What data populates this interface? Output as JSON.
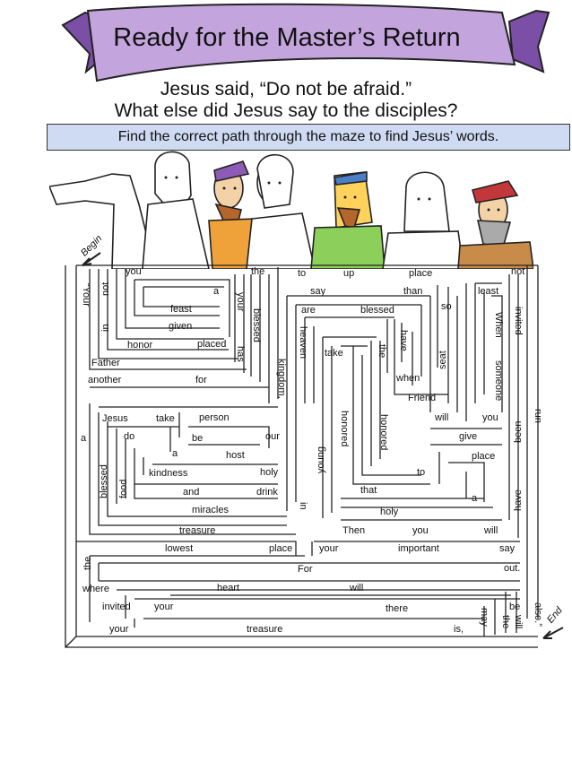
{
  "title": "Ready for the Master’s Return",
  "question_line1": "Jesus said, “Do not be afraid.”",
  "question_line2": "What else did Jesus say to the disciples?",
  "instruction": "Find the correct path through the maze to find Jesus’ words.",
  "begin_label": "Begin",
  "end_label": "End",
  "colors": {
    "banner_fill": "#c3a4dc",
    "banner_dark": "#7b4fa6",
    "instruction_fill": "#cfdaf3",
    "robe_orange": "#f0a23a",
    "robe_green": "#8ccf5a",
    "headband_blue": "#4a7fc6",
    "headband_red": "#c2373a",
    "headband_purple": "#8d5bb5"
  },
  "maze_words": {
    "w1": "you",
    "w2": "the",
    "w3": "to",
    "w4": "up",
    "w5": "place",
    "w6": "not",
    "w7": "say",
    "w8": "than",
    "w9": "least",
    "w10": "a",
    "w11": "feast",
    "w12": "are",
    "w13": "blessed",
    "w14": "so",
    "w15": "given",
    "w16": "honor",
    "w17": "placed",
    "w18": "take",
    "w19": "Father",
    "w20": "when",
    "w21": "another",
    "w22": "for",
    "w23": "Friend",
    "w24": "Jesus",
    "w25": "take",
    "w26": "person",
    "w27": "will",
    "w28": "you",
    "w29": "a",
    "w30": "do",
    "w31": "be",
    "w32": "our",
    "w33": "give",
    "w34": "a",
    "w35": "host",
    "w36": "place",
    "w37": "kindness",
    "w38": "holy",
    "w39": "to",
    "w40": "and",
    "w41": "drink",
    "w42": "that",
    "w43": "a",
    "w44": "miracles",
    "w45": "holy",
    "w46": "treasure",
    "w47": "Then",
    "w48": "you",
    "w49": "will",
    "w50": "lowest",
    "w51": "place",
    "w52": "your",
    "w53": "important",
    "w54": "say",
    "w55": "For",
    "w56": "out.",
    "w57": "where",
    "w58": "heart",
    "w59": "will",
    "w60": "be",
    "w61": "invited",
    "w62": "your",
    "w63": "there",
    "w64": "your",
    "w65": "treasure",
    "w66": "is,",
    "v1": "“Your",
    "v2": "not",
    "v3": "in",
    "v4": "your",
    "v5": "has",
    "v6": "blessed",
    "v7": "kingdom,",
    "v8": "heaven",
    "v9": "the",
    "v10": "have",
    "v11": "seat",
    "v12": "When",
    "v13": "invited",
    "v14": "someone",
    "v15": "run",
    "v16": "been",
    "v17": "blessed",
    "v18": "food",
    "v19": "young",
    "v20": "honored",
    "v21": "honored",
    "v22": "in",
    "v23": "have",
    "v24": "the",
    "v25": "may",
    "v26": "the",
    "v27": "will",
    "v28": "also.”"
  }
}
